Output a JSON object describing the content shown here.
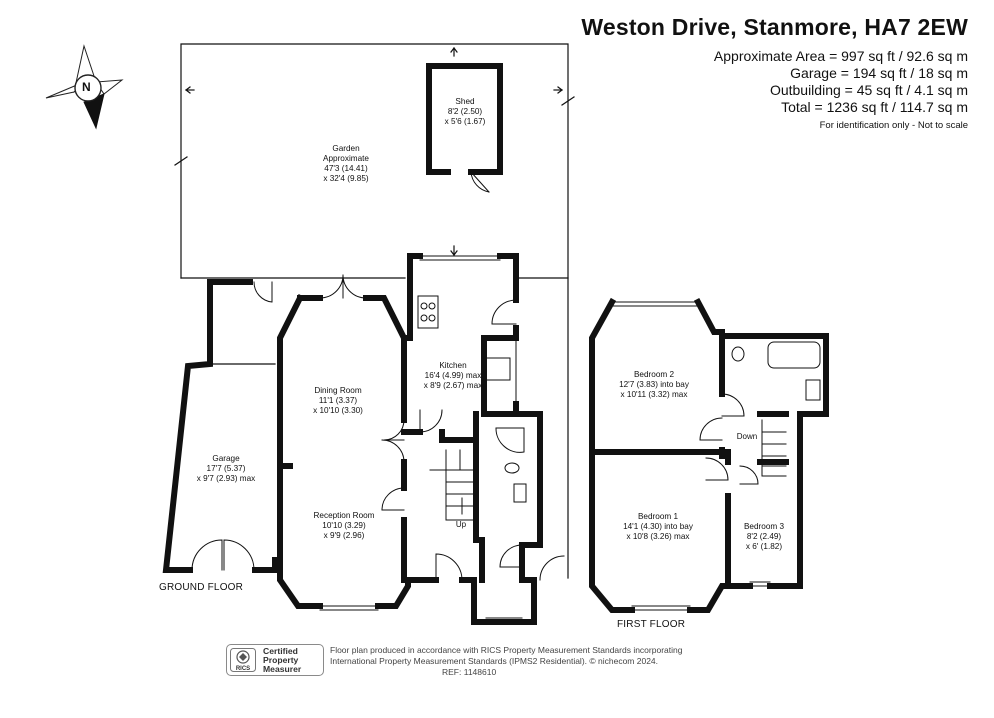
{
  "header": {
    "address": "Weston Drive, Stanmore, HA7 2EW",
    "areas": [
      "Approximate Area = 997 sq ft / 92.6 sq m",
      "Garage = 194 sq ft / 18 sq m",
      "Outbuilding = 45 sq ft / 4.1 sq m",
      "Total = 1236 sq ft / 114.7 sq m"
    ],
    "note": "For identification only - Not to scale"
  },
  "compass": {
    "letter": "N"
  },
  "floors": {
    "ground": "GROUND FLOOR",
    "first": "FIRST FLOOR"
  },
  "rooms": {
    "shed": [
      "Shed",
      "8'2 (2.50)",
      "x 5'6 (1.67)"
    ],
    "garden": [
      "Garden",
      "Approximate",
      "47'3 (14.41)",
      "x 32'4 (9.85)"
    ],
    "kitchen": [
      "Kitchen",
      "16'4 (4.99) max",
      "x 8'9 (2.67) max"
    ],
    "dining": [
      "Dining Room",
      "11'1 (3.37)",
      "x 10'10 (3.30)"
    ],
    "garage": [
      "Garage",
      "17'7 (5.37)",
      "x 9'7 (2.93) max"
    ],
    "reception": [
      "Reception Room",
      "10'10 (3.29)",
      "x 9'9 (2.96)"
    ],
    "bedroom2": [
      "Bedroom 2",
      "12'7 (3.83) into bay",
      "x 10'11 (3.32) max"
    ],
    "bedroom1": [
      "Bedroom 1",
      "14'1 (4.30) into bay",
      "x 10'8 (3.26) max"
    ],
    "bedroom3": [
      "Bedroom 3",
      "8'2 (2.49)",
      "x 6' (1.82)"
    ]
  },
  "stair_labels": {
    "up": "Up",
    "down": "Down"
  },
  "footer": {
    "line1": "Floor plan produced in accordance with RICS Property Measurement Standards incorporating",
    "line2": "International Property Measurement Standards (IPMS2 Residential).  © nichecom 2024.",
    "ref": "REF:  1148610"
  },
  "badge": {
    "logo": "RICS",
    "lines": [
      "Certified",
      "Property",
      "Measurer"
    ]
  },
  "colors": {
    "wall": "#111111",
    "text": "#111111",
    "footer": "#444444"
  }
}
